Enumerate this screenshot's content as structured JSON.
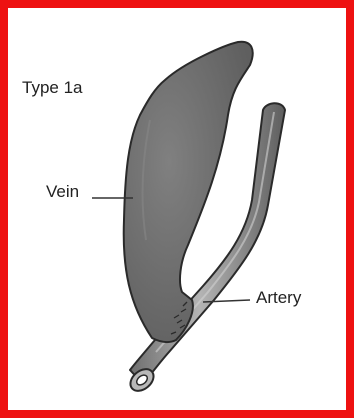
{
  "figure": {
    "type_label": "Type 1a",
    "vein_label": "Vein",
    "artery_label": "Artery"
  },
  "colors": {
    "frame": "#ee1111",
    "vein_fill": "#6f6f6f",
    "artery_fill": "#8c8c8c",
    "outline": "#2a2a2a"
  }
}
